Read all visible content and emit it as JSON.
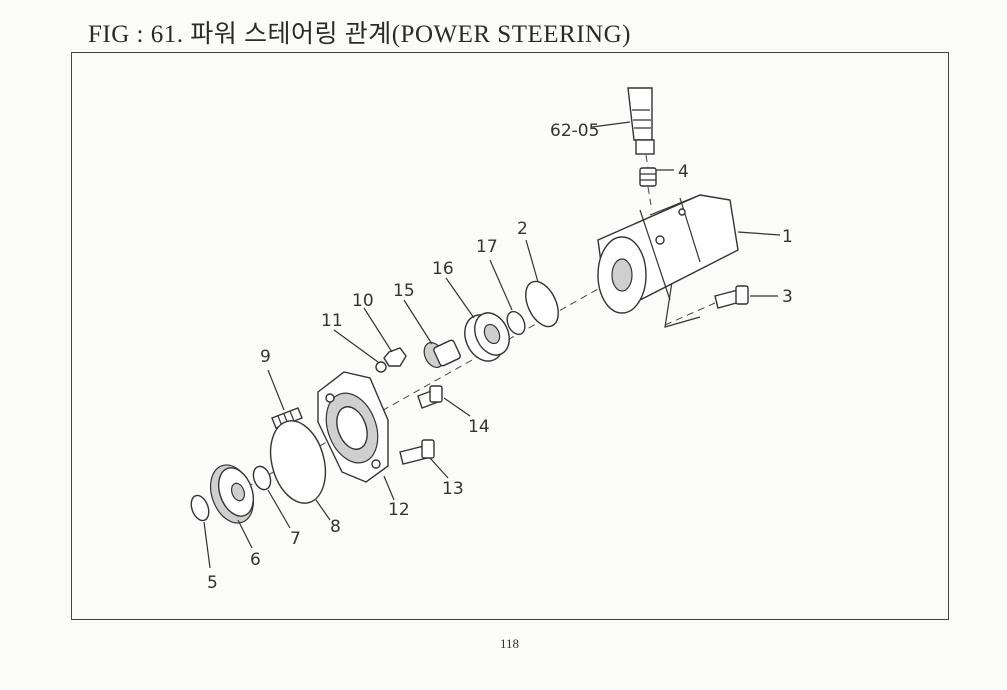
{
  "figure": {
    "title": "FIG : 61. 파워 스테어링 관계(POWER STEERING)",
    "page_number": "118"
  },
  "callouts": {
    "ref_62_05": "62-05",
    "p1": "1",
    "p2": "2",
    "p3": "3",
    "p4": "4",
    "p5": "5",
    "p6": "6",
    "p7": "7",
    "p8": "8",
    "p9": "9",
    "p10": "10",
    "p11": "11",
    "p12": "12",
    "p13": "13",
    "p14": "14",
    "p15": "15",
    "p16": "16",
    "p17": "17"
  }
}
